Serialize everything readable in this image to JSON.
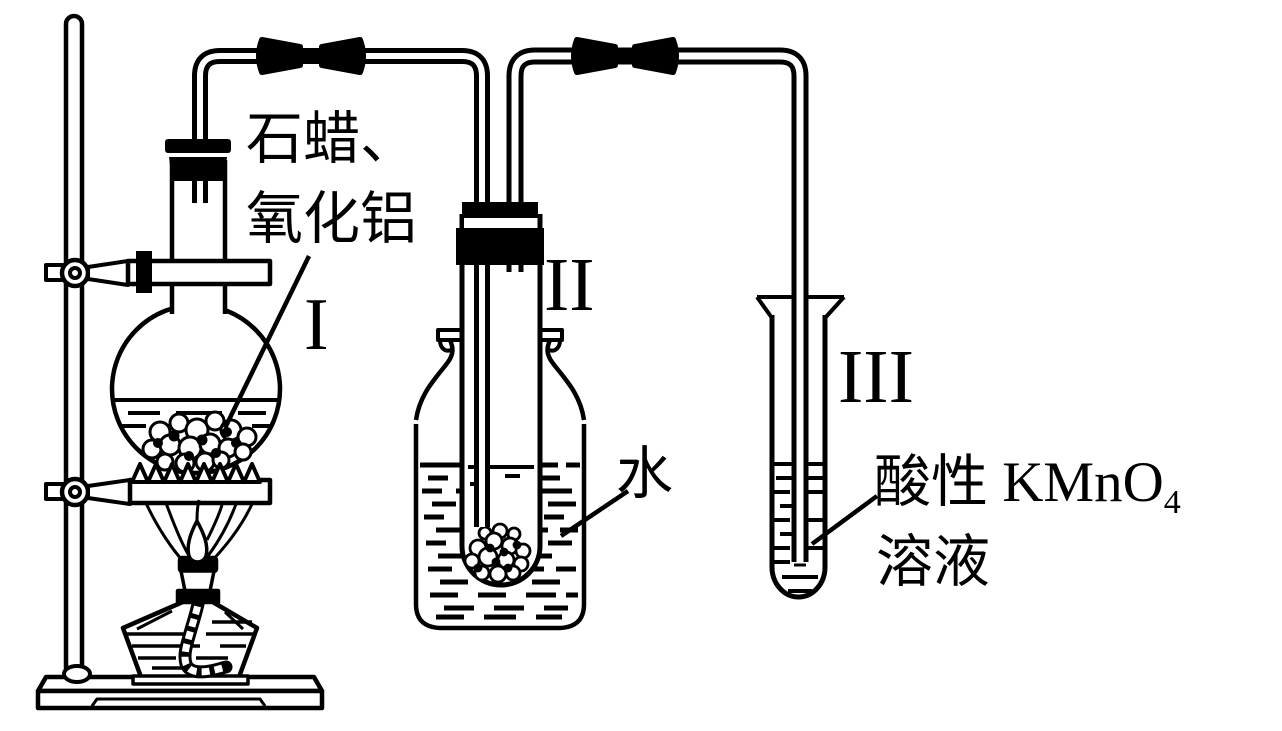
{
  "diagram": {
    "labels": {
      "flask_contents_line1": "石蜡、",
      "flask_contents_line2": "氧化铝",
      "apparatus_1": "I",
      "apparatus_2": "II",
      "apparatus_3": "III",
      "water": "水",
      "kmno4_prefix": "酸性 KMnO",
      "kmno4_subscript": "4",
      "kmno4_line2": "溶液"
    },
    "colors": {
      "ink": "#000000",
      "background": "#ffffff"
    }
  }
}
